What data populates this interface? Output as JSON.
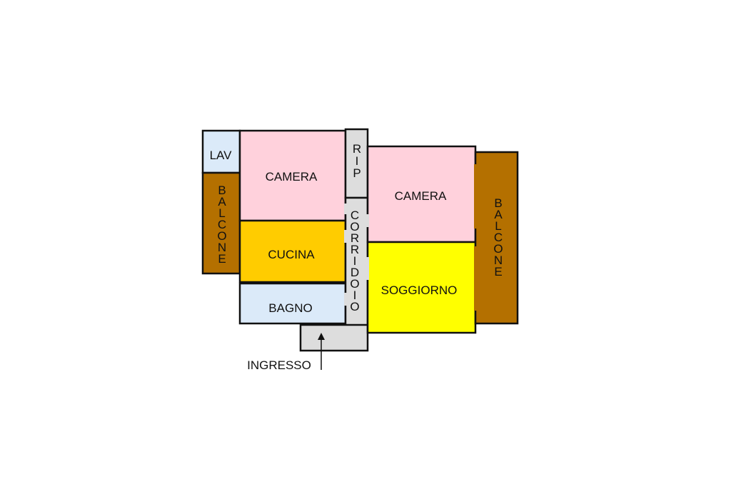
{
  "rooms": {
    "lav": {
      "label": "LAV",
      "color": "#dbeaf9"
    },
    "camera_left": {
      "label": "CAMERA",
      "color": "#ffd1dc"
    },
    "balcone_left": {
      "label": "BALCONE",
      "color": "#b47000"
    },
    "cucina": {
      "label": "CUCINA",
      "color": "#ffcc00"
    },
    "bagno": {
      "label": "BAGNO",
      "color": "#dbeaf9"
    },
    "rip": {
      "label": "RIP",
      "color": "#dddddd"
    },
    "corridoio": {
      "label": "CORRIDOIO",
      "color": "#dddddd"
    },
    "camera_right": {
      "label": "CAMERA",
      "color": "#ffd1dc"
    },
    "soggiorno": {
      "label": "SOGGIORNO",
      "color": "#ffff00"
    },
    "balcone_right": {
      "label": "BALCONE",
      "color": "#b47000"
    }
  },
  "entrance": {
    "label": "INGRESSO",
    "color": "#dddddd"
  },
  "wall_color": "#111111"
}
